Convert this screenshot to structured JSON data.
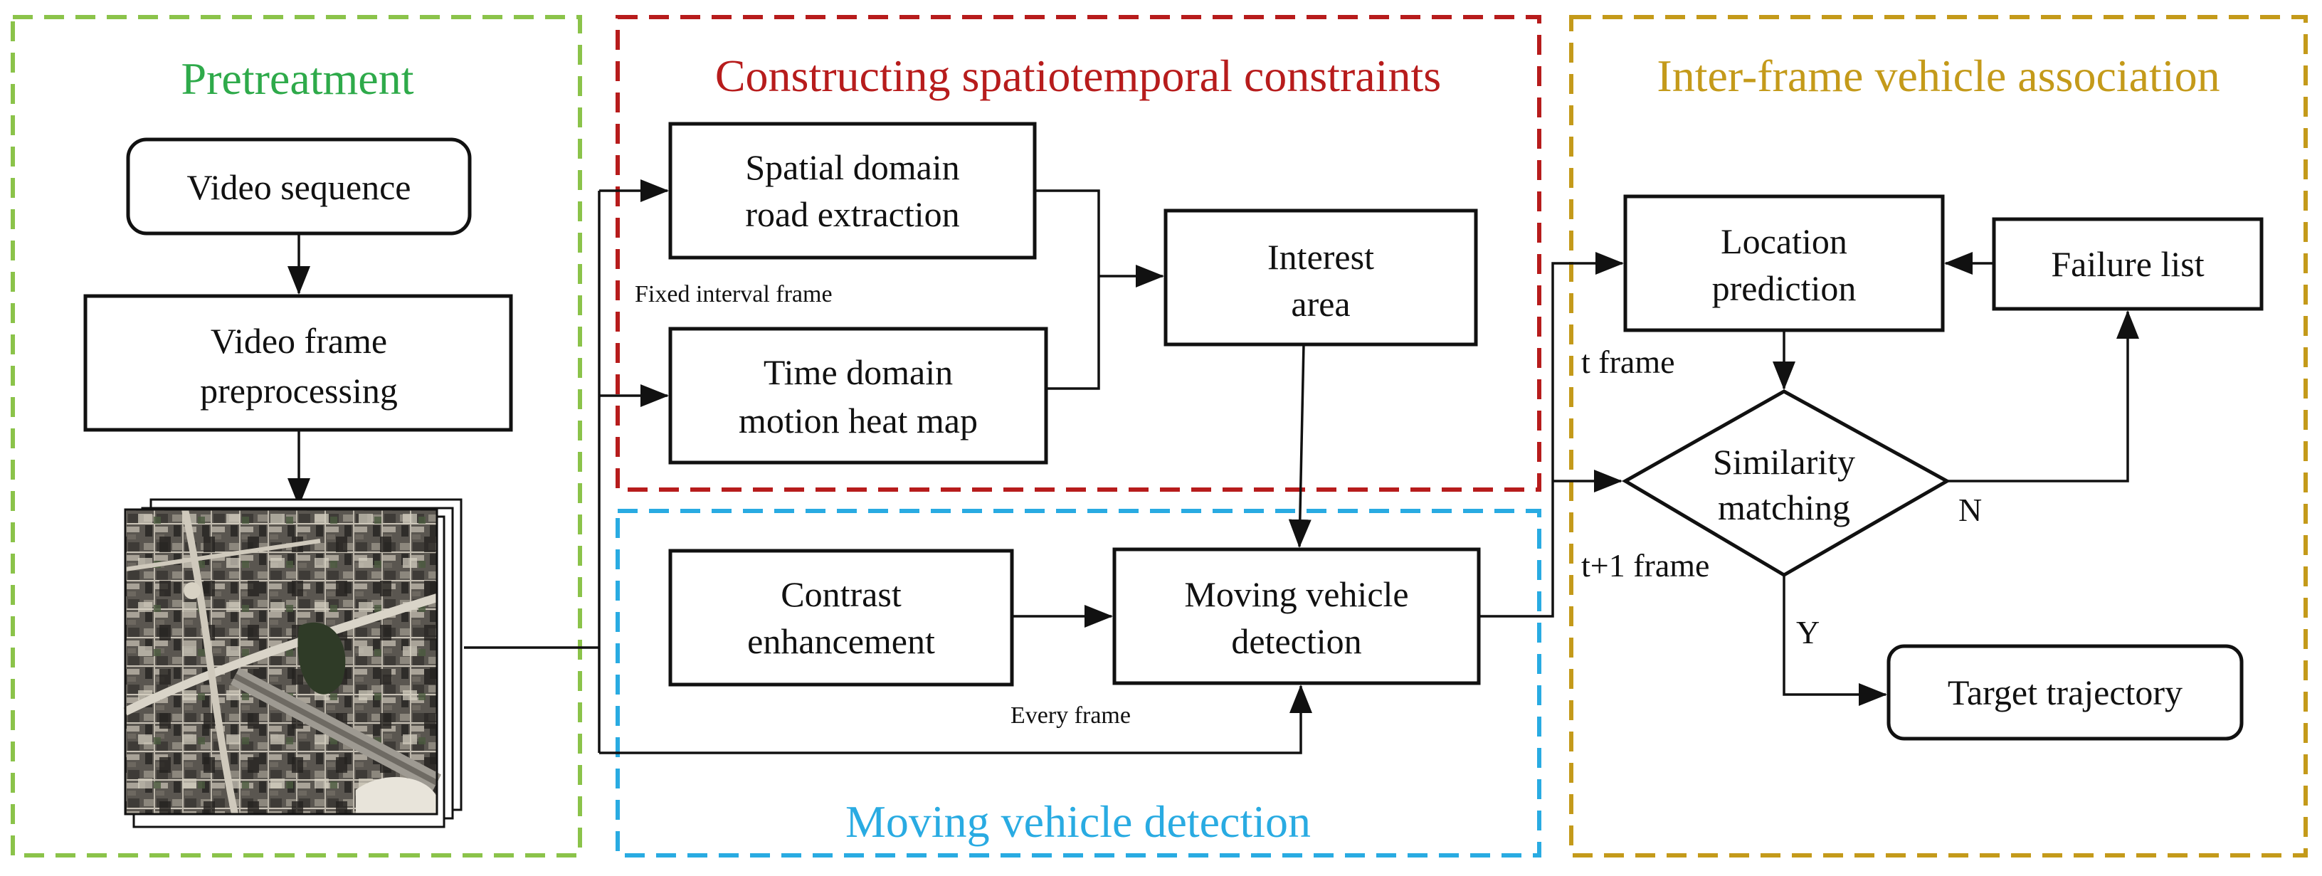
{
  "colors": {
    "pretreatment": "#8bc34a",
    "constraints": "#b71c1c",
    "detection": "#29abe2",
    "association": "#c49a1a",
    "pretreatment_title": "#2eaa4a"
  },
  "sections": {
    "pretreatment": "Pretreatment",
    "constraints": "Constructing spatiotemporal constraints",
    "detection": "Moving vehicle detection",
    "association": "Inter-frame vehicle association"
  },
  "nodes": {
    "video_sequence": "Video sequence",
    "video_frame_preprocessing": [
      "Video frame",
      "preprocessing"
    ],
    "spatial_domain": [
      "Spatial domain",
      "road extraction"
    ],
    "time_domain": [
      "Time domain",
      "motion heat map"
    ],
    "interest_area": [
      "Interest",
      "area"
    ],
    "contrast_enhancement": [
      "Contrast",
      "enhancement"
    ],
    "moving_vehicle_detection": [
      "Moving vehicle",
      "detection"
    ],
    "location_prediction": [
      "Location",
      "prediction"
    ],
    "failure_list": "Failure list",
    "similarity_matching": [
      "Similarity",
      "matching"
    ],
    "target_trajectory": "Target trajectory"
  },
  "labels": {
    "fixed_interval_frame": "Fixed interval frame",
    "every_frame": "Every frame",
    "t_frame": "t frame",
    "t1_frame": "t+1 frame",
    "n": "N",
    "y": "Y"
  },
  "image": {
    "name": "aerial-video-frames-image"
  }
}
